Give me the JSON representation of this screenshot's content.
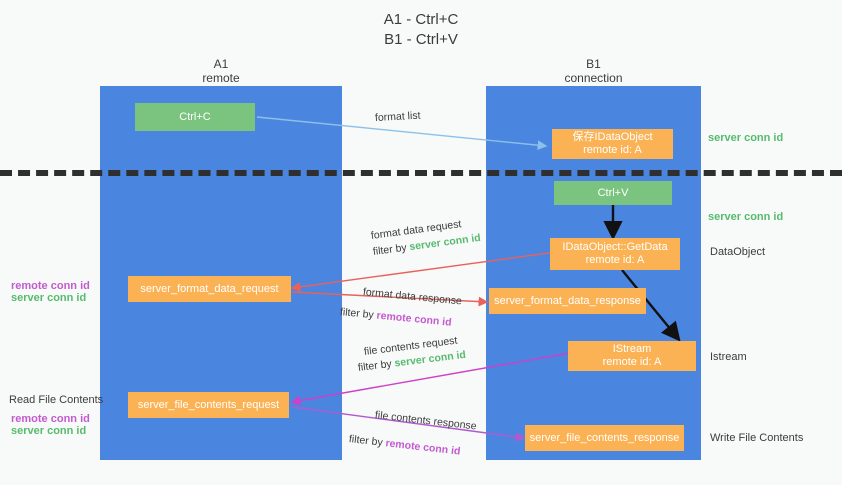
{
  "title": {
    "line1": "A1 - Ctrl+C",
    "line2": "B1 - Ctrl+V"
  },
  "columns": [
    {
      "name": "A1",
      "sub": "remote"
    },
    {
      "name": "B1",
      "sub": "connection"
    }
  ],
  "boxes": {
    "ctrl_c": {
      "label": "Ctrl+C"
    },
    "ctrl_v": {
      "label": "Ctrl+V"
    },
    "save_idataobject": {
      "line1": "保存IDataObject",
      "line2": "remote id: A"
    },
    "getdata": {
      "line1": "IDataObject::GetData",
      "line2": "remote id: A"
    },
    "istream": {
      "line1": "IStream",
      "line2": "remote id: A"
    },
    "server_format_data_request": {
      "label": "server_format_data_request"
    },
    "server_format_data_response": {
      "label": "server_format_data_response"
    },
    "server_file_contents_request": {
      "label": "server_file_contents_request"
    },
    "server_file_contents_response": {
      "label": "server_file_contents_response"
    }
  },
  "right_labels": {
    "server_conn_id_1": "server conn id",
    "server_conn_id_2": "server conn id",
    "dataobject": "DataObject",
    "istream": "Istream",
    "write_file_contents": "Write File Contents"
  },
  "left_labels": {
    "remote_conn_id_1": "remote conn id",
    "server_conn_id_1": "server conn id",
    "read_file_contents": "Read File Contents",
    "remote_conn_id_2": "remote conn id",
    "server_conn_id_2": "server conn id"
  },
  "edge_labels": {
    "format_list": "format list",
    "format_data_request": "format data request",
    "format_data_request_filter_prefix": "filter by ",
    "format_data_request_filter_value": "server conn id",
    "format_data_response": "format data response",
    "format_data_response_filter_prefix": "filter by ",
    "format_data_response_filter_value": "remote conn id",
    "file_contents_request": "file contents request",
    "file_contents_request_filter_prefix": "filter by ",
    "file_contents_request_filter_value": "server conn id",
    "file_contents_response": "file contents response",
    "file_contents_response_filter_prefix": "filter by ",
    "file_contents_response_filter_value": "remote conn id"
  },
  "colors": {
    "column_blue": "#4a86e0",
    "green_box": "#7bc47f",
    "orange_box": "#fbb254",
    "green_text": "#57bb6e",
    "purple_text": "#c45ad0",
    "arrow_light_blue": "#8cc0ea",
    "arrow_red": "#e8615c",
    "arrow_magenta": "#cf3fc8",
    "arrow_purple": "#b05ad0",
    "arrow_black": "#111111",
    "divider_dashed": "#2f2f2f",
    "background": "#f8f9f9"
  }
}
